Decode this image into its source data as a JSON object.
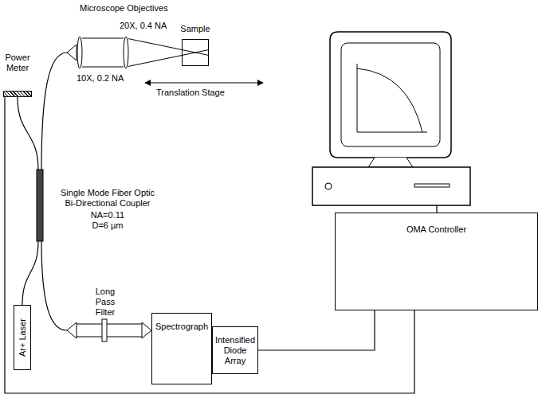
{
  "diagram": {
    "nodes": [
      {
        "text": [
          "Sample"
        ]
      },
      {
        "text": [
          "Power Meter"
        ]
      },
      {
        "text": [
          "OMA Controller"
        ]
      },
      {
        "text": [
          "Ar+ Laser"
        ]
      },
      {
        "text": [
          "Spectrograph"
        ]
      },
      {
        "text": [
          "Intensified Diode Array"
        ]
      }
    ],
    "edges": [
      {
        "from": 1,
        "to": 2,
        "arrow": "none"
      },
      {
        "from": 5,
        "to": 2,
        "arrow": "none"
      }
    ],
    "labels": [
      "Microscope Objectives",
      "20X, 0.4 NA",
      "10X, 0.2 NA",
      "Translation Stage",
      "Single Mode Fiber Optic Bi-Directional Coupler",
      "NA=0.11",
      "D=6 µm",
      "Long Pass Filter"
    ]
  }
}
